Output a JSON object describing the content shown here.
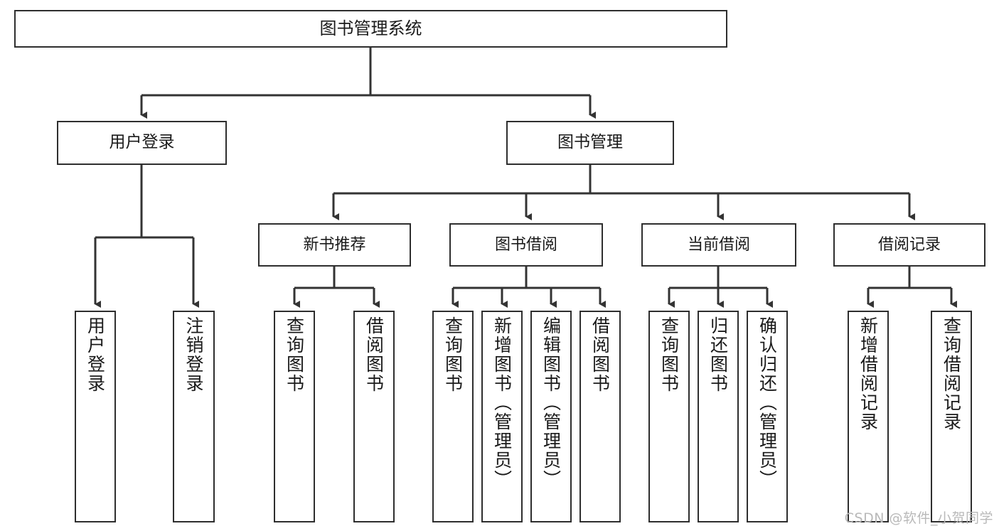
{
  "diagram": {
    "title": "图书管理系统",
    "type": "tree-hierarchy-diagram",
    "watermark": "CSDN @软件_小贺同学",
    "colors": {
      "background": "#ffffff",
      "border": "#2e2e2e",
      "text": "#1a1a1a",
      "edge": "#333333",
      "watermark": "#b9b9b9"
    },
    "root": {
      "label": "图书管理系统"
    },
    "level2": [
      {
        "label": "用户登录"
      },
      {
        "label": "图书管理"
      }
    ],
    "level3": [
      {
        "label": "新书推荐"
      },
      {
        "label": "图书借阅"
      },
      {
        "label": "当前借阅"
      },
      {
        "label": "借阅记录"
      }
    ],
    "leaves": {
      "user_login": [
        {
          "label": "用户登录"
        },
        {
          "label": "注销登录"
        }
      ],
      "new_book_recommend": [
        {
          "label": "查询图书"
        },
        {
          "label": "借阅图书"
        }
      ],
      "book_borrow": [
        {
          "label": "查询图书"
        },
        {
          "label": "新增图书（管理员）"
        },
        {
          "label": "编辑图书（管理员）"
        },
        {
          "label": "借阅图书"
        }
      ],
      "current_borrow": [
        {
          "label": "查询图书"
        },
        {
          "label": "归还图书"
        },
        {
          "label": "确认归还（管理员）"
        }
      ],
      "borrow_record": [
        {
          "label": "新增借阅记录"
        },
        {
          "label": "查询借阅记录"
        }
      ]
    }
  }
}
